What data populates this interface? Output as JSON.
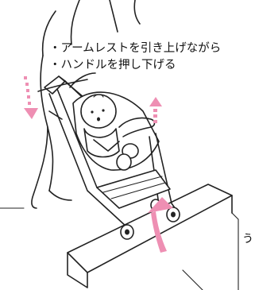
{
  "instructions": {
    "line1": "・アームレストを引き上げながら",
    "line2": "・ハンドルを押し下げる"
  },
  "edge_text": "う",
  "colors": {
    "arrow": "#ee8fb3",
    "line": "#222222"
  },
  "icons": [
    "stroller-illustration",
    "caregiver-illustration",
    "baby-illustration",
    "up-arrow-icon",
    "down-arrow-icon"
  ]
}
